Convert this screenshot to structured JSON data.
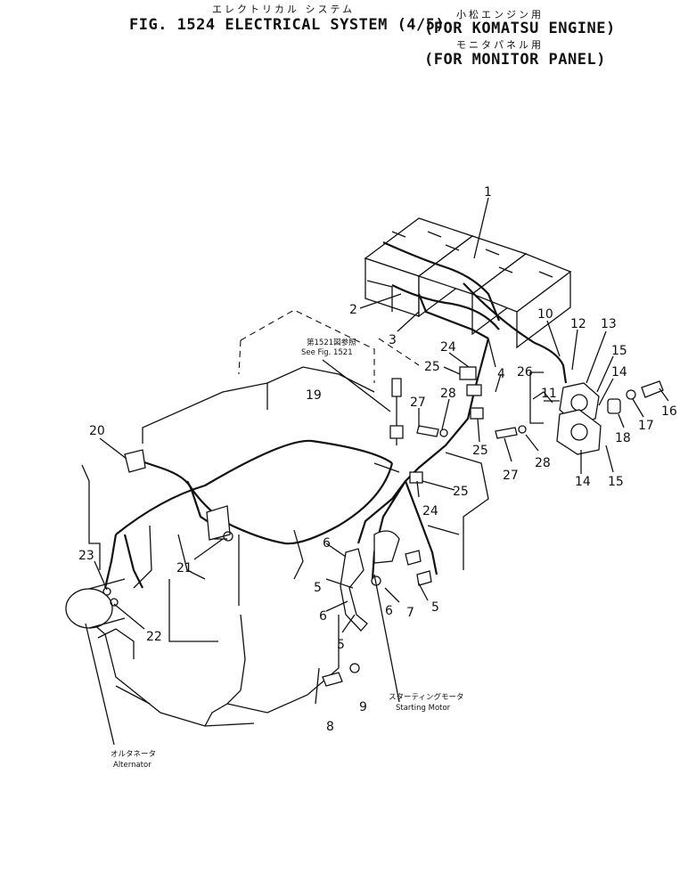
{
  "header": {
    "jp_title": "エレクトリカル システム",
    "fig_line": "FIG. 1524  ELECTRICAL SYSTEM (4/5)",
    "jp_engine": "小松エンジン用",
    "engine_line": "(FOR KOMATSU ENGINE)",
    "jp_monitor": "モニタパネル用",
    "monitor_line": "(FOR MONITOR PANEL)"
  },
  "notes": {
    "see_fig_jp": "第1521図参照",
    "see_fig_en": "See Fig. 1521",
    "starting_motor_jp": "スターティングモータ",
    "starting_motor_en": "Starting Motor",
    "alternator_jp": "オルタネータ",
    "alternator_en": "Alternator"
  },
  "callouts": [
    {
      "id": "c1",
      "label": "1"
    },
    {
      "id": "c2",
      "label": "2"
    },
    {
      "id": "c3",
      "label": "3"
    },
    {
      "id": "c4",
      "label": "4"
    },
    {
      "id": "c5a",
      "label": "5"
    },
    {
      "id": "c5b",
      "label": "5"
    },
    {
      "id": "c5c",
      "label": "5"
    },
    {
      "id": "c6a",
      "label": "6"
    },
    {
      "id": "c6b",
      "label": "6"
    },
    {
      "id": "c6c",
      "label": "6"
    },
    {
      "id": "c7",
      "label": "7"
    },
    {
      "id": "c8",
      "label": "8"
    },
    {
      "id": "c9",
      "label": "9"
    },
    {
      "id": "c10",
      "label": "10"
    },
    {
      "id": "c11",
      "label": "11"
    },
    {
      "id": "c12",
      "label": "12"
    },
    {
      "id": "c13",
      "label": "13"
    },
    {
      "id": "c14a",
      "label": "14"
    },
    {
      "id": "c14b",
      "label": "14"
    },
    {
      "id": "c15a",
      "label": "15"
    },
    {
      "id": "c15b",
      "label": "15"
    },
    {
      "id": "c16",
      "label": "16"
    },
    {
      "id": "c17",
      "label": "17"
    },
    {
      "id": "c18",
      "label": "18"
    },
    {
      "id": "c19",
      "label": "19"
    },
    {
      "id": "c20",
      "label": "20"
    },
    {
      "id": "c21",
      "label": "21"
    },
    {
      "id": "c22",
      "label": "22"
    },
    {
      "id": "c23",
      "label": "23"
    },
    {
      "id": "c24a",
      "label": "24"
    },
    {
      "id": "c24b",
      "label": "24"
    },
    {
      "id": "c25a",
      "label": "25"
    },
    {
      "id": "c25b",
      "label": "25"
    },
    {
      "id": "c25c",
      "label": "25"
    },
    {
      "id": "c26",
      "label": "26"
    },
    {
      "id": "c27a",
      "label": "27"
    },
    {
      "id": "c27b",
      "label": "27"
    },
    {
      "id": "c28a",
      "label": "28"
    },
    {
      "id": "c28b",
      "label": "28"
    }
  ]
}
